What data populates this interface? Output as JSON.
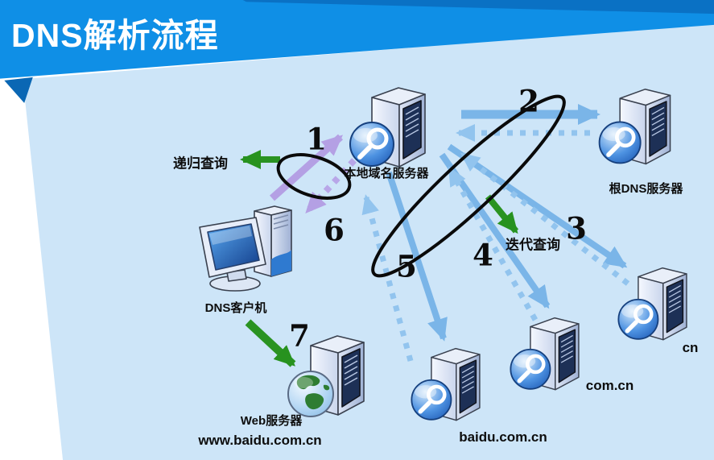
{
  "header": {
    "title": "DNS解析流程"
  },
  "diagram": {
    "nodes": {
      "local_dns": {
        "label": "本地域名服务器"
      },
      "root_dns": {
        "label": "根DNS服务器"
      },
      "cn": {
        "label": "cn"
      },
      "com_cn": {
        "label": "com.cn"
      },
      "baidu_com_cn": {
        "label": "baidu.com.cn"
      },
      "dns_client": {
        "label": "DNS客户机"
      },
      "web_server": {
        "label": "Web服务器",
        "sublabel": "www.baidu.com.cn"
      }
    },
    "annotations": {
      "recursive_query": "递归查询",
      "iterative_query": "迭代查询"
    },
    "steps": [
      "1",
      "2",
      "3",
      "4",
      "5",
      "6",
      "7"
    ],
    "colors": {
      "header_blue": "#0f8fe6",
      "header_dark_wedge": "#0a71c4",
      "canvas_light_blue": "#cde5f8",
      "arrow_solid_blue": "#7ab5e8",
      "arrow_dotted_blue": "#92c4ee",
      "arrow_purple": "#b4a0e4",
      "arrow_green": "#2a9322",
      "ellipse_stroke": "#0a0a0a",
      "title_text": "#ffffff",
      "label_text": "#0d0d0d"
    }
  }
}
